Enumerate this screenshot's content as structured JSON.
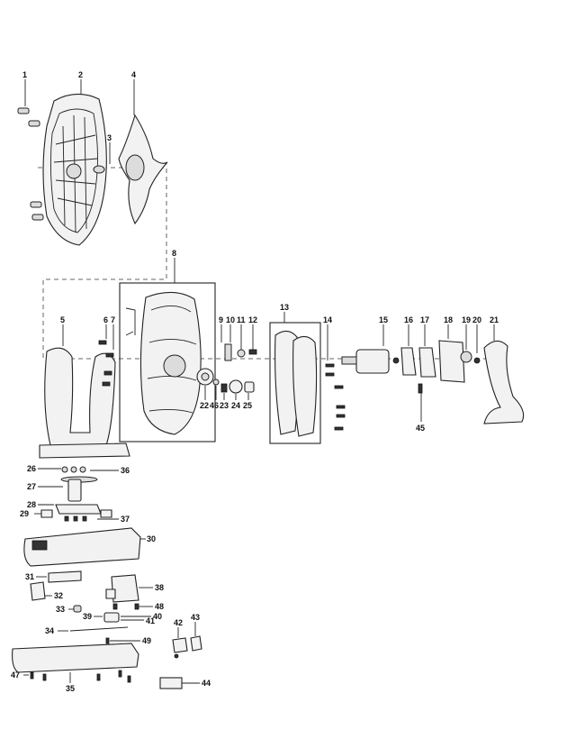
{
  "labels": {
    "n1": "1",
    "n2": "2",
    "n3": "3",
    "n4": "4",
    "n5": "5",
    "n6": "6",
    "n7": "7",
    "n8": "8",
    "n9": "9",
    "n10": "10",
    "n11": "11",
    "n12": "12",
    "n13": "13",
    "n14": "14",
    "n15": "15",
    "n16": "16",
    "n17": "17",
    "n18": "18",
    "n19": "19",
    "n20": "20",
    "n21": "21",
    "n22": "22",
    "n23": "23",
    "n24": "24",
    "n25": "25",
    "n26": "26",
    "n27": "27",
    "n28": "28",
    "n29": "29",
    "n30": "30",
    "n31": "31",
    "n32": "32",
    "n33": "33",
    "n34": "34",
    "n35": "35",
    "n36": "36",
    "n37": "37",
    "n38": "38",
    "n39": "39",
    "n40": "40",
    "n41": "41",
    "n42": "42",
    "n43": "43",
    "n44": "44",
    "n45": "45",
    "n46": "46",
    "n47": "47",
    "n48": "48",
    "n49": "49"
  }
}
